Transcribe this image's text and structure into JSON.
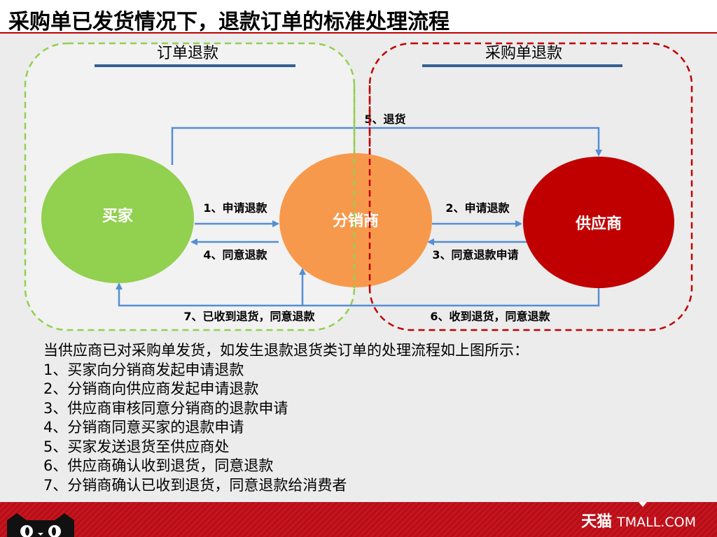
{
  "title": "采购单已发货情况下，退款订单的标准处理流程",
  "groups": {
    "left": "订单退款",
    "right": "采购单退款"
  },
  "nodes": {
    "buyer": "买家",
    "distributor": "分销商",
    "supplier": "供应商"
  },
  "steps": {
    "s1": "1、申请退款",
    "s2": "2、申请退款",
    "s3": "3、同意退款申请",
    "s4": "4、同意退款",
    "s5": "5、退货",
    "s6": "6、收到退货，同意退款",
    "s7": "7、已收到退货，同意退款"
  },
  "description": [
    "当供应商已对采购单发货，如发生退款退货类订单的处理流程如上图所示：",
    "1、买家向分销商发起申请退款",
    "2、分销商向供应商发起申请退款",
    "3、供应商审核同意分销商的退款申请",
    "4、分销商同意买家的退款申请",
    "5、买家发送退货至供应商处",
    "6、供应商确认收到退货，同意退款",
    "7、分销商确认已收到退货，同意退款给消费者"
  ],
  "brand": {
    "cn": "天猫",
    "en": "TMALL.COM"
  },
  "colors": {
    "buyer": "#92d050",
    "distributor": "#f79646",
    "supplier": "#c00000",
    "arrow": "#558ed5",
    "left_border": "#92d050",
    "right_border": "#c00000",
    "footer": "#c8141f"
  }
}
